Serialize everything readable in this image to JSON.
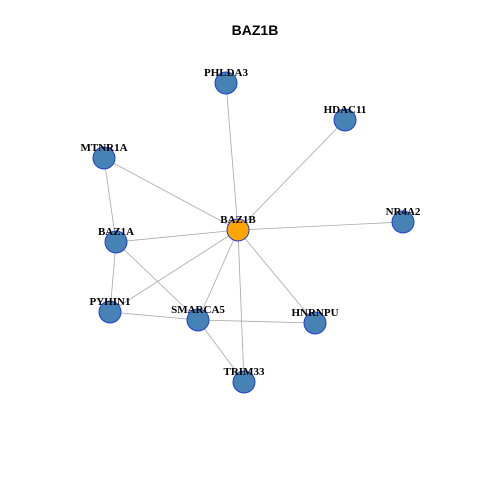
{
  "title": "BAZ1B",
  "colors": {
    "hub_node": "#FFA500",
    "neighbor_node": "#4682B4",
    "node_border": "#1F3FD6",
    "edge": "#A8A8A8"
  },
  "nodes": [
    {
      "id": "BAZ1B",
      "label": "BAZ1B",
      "hub": true
    },
    {
      "id": "PHLDA3",
      "label": "PHLDA3"
    },
    {
      "id": "HDAC11",
      "label": "HDAC11"
    },
    {
      "id": "MTNR1A",
      "label": "MTNR1A"
    },
    {
      "id": "NR4A2",
      "label": "NR4A2"
    },
    {
      "id": "BAZ1A",
      "label": "BAZ1A"
    },
    {
      "id": "PYHIN1",
      "label": "PYHIN1"
    },
    {
      "id": "SMARCA5",
      "label": "SMARCA5"
    },
    {
      "id": "HNRNPU",
      "label": "HNRNPU"
    },
    {
      "id": "TRIM33",
      "label": "TRIM33"
    }
  ],
  "edges": [
    [
      "BAZ1B",
      "PHLDA3"
    ],
    [
      "BAZ1B",
      "HDAC11"
    ],
    [
      "BAZ1B",
      "MTNR1A"
    ],
    [
      "BAZ1B",
      "NR4A2"
    ],
    [
      "BAZ1B",
      "BAZ1A"
    ],
    [
      "BAZ1B",
      "PYHIN1"
    ],
    [
      "BAZ1B",
      "SMARCA5"
    ],
    [
      "BAZ1B",
      "HNRNPU"
    ],
    [
      "BAZ1B",
      "TRIM33"
    ],
    [
      "MTNR1A",
      "BAZ1A"
    ],
    [
      "BAZ1A",
      "PYHIN1"
    ],
    [
      "BAZ1A",
      "SMARCA5"
    ],
    [
      "PYHIN1",
      "SMARCA5"
    ],
    [
      "SMARCA5",
      "HNRNPU"
    ],
    [
      "SMARCA5",
      "TRIM33"
    ]
  ]
}
